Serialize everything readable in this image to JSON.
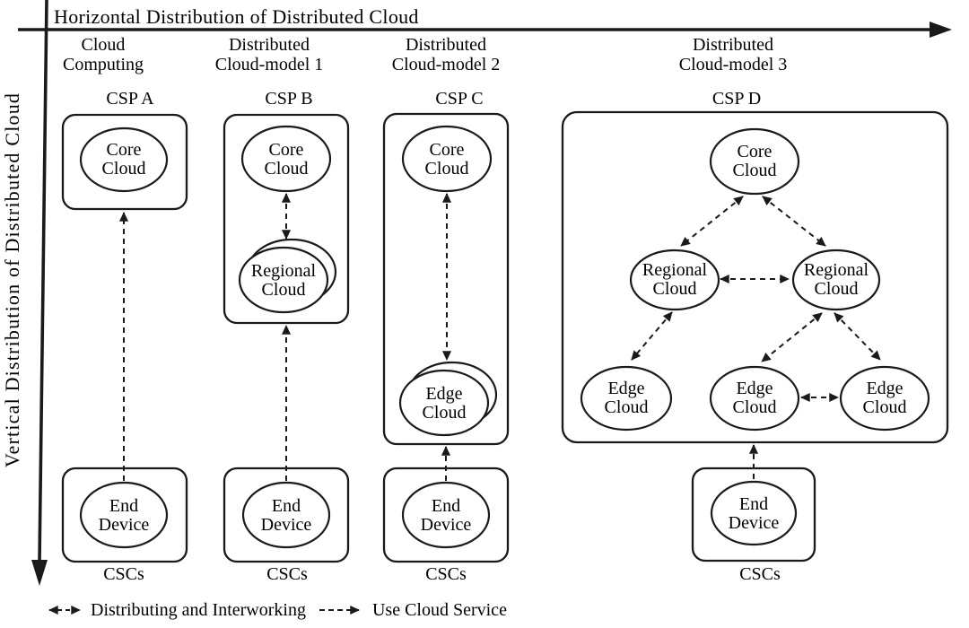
{
  "titles": {
    "horizontal": "Horizontal Distribution of Distributed Cloud",
    "vertical": "Vertical Distribution of Distributed Cloud"
  },
  "columns": [
    {
      "model": "Cloud\nComputing",
      "csp": "CSP A",
      "csc": "CSCs",
      "nodes": {
        "core": "Core\nCloud",
        "end_device": "End\nDevice"
      }
    },
    {
      "model": "Distributed\nCloud-model 1",
      "csp": "CSP B",
      "csc": "CSCs",
      "nodes": {
        "core": "Core\nCloud",
        "regional": "Regional\nCloud",
        "end_device": "End\nDevice"
      }
    },
    {
      "model": "Distributed\nCloud-model 2",
      "csp": "CSP C",
      "csc": "CSCs",
      "nodes": {
        "core": "Core\nCloud",
        "edge": "Edge\nCloud",
        "end_device": "End\nDevice"
      }
    },
    {
      "model": "Distributed\nCloud-model 3",
      "csp": "CSP D",
      "csc": "CSCs",
      "nodes": {
        "core": "Core\nCloud",
        "regional_left": "Regional\nCloud",
        "regional_right": "Regional\nCloud",
        "edge_left": "Edge\nCloud",
        "edge_middle": "Edge\nCloud",
        "edge_right": "Edge\nCloud",
        "end_device": "End\nDevice"
      }
    }
  ],
  "legend": {
    "distributing_interworking": "Distributing and Interworking",
    "use_cloud_service": "Use Cloud Service"
  },
  "colors": {
    "stroke": "#1a1a1a",
    "background": "#ffffff"
  }
}
